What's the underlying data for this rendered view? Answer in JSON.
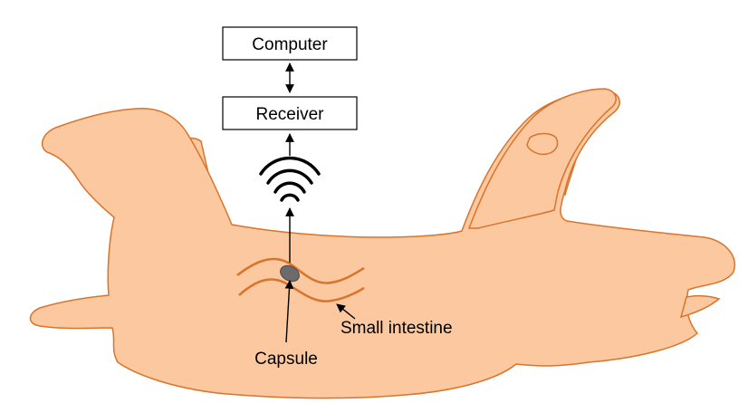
{
  "diagram": {
    "boxes": {
      "computer": "Computer",
      "receiver": "Receiver"
    },
    "labels": {
      "small_intestine": "Small intestine",
      "capsule": "Capsule"
    },
    "colors": {
      "body_fill": "#fbc89f",
      "body_stroke": "#d9742c",
      "capsule_fill": "#6b6b6b",
      "line": "#000000"
    },
    "icons": {
      "signal": "wifi-signal-icon"
    }
  }
}
